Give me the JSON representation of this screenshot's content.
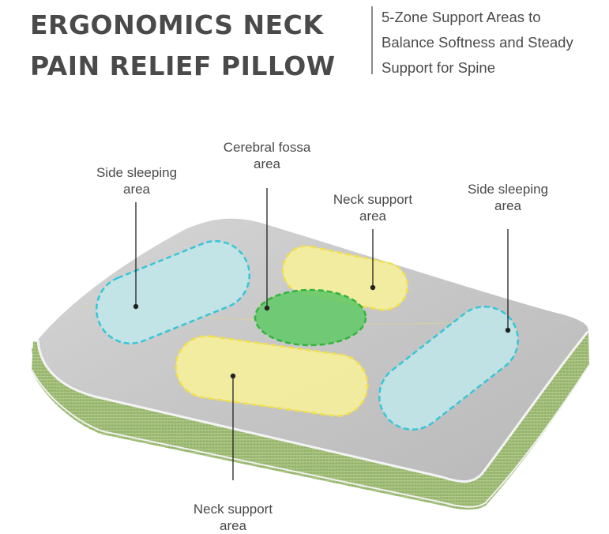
{
  "header": {
    "title_line1": "ERGONOMICS NECK",
    "title_line2": "PAIN RELIEF PILLOW",
    "subtitle_line1": "5-Zone Support Areas to",
    "subtitle_line2": "Balance Softness and Steady",
    "subtitle_line3": "Support for Spine"
  },
  "zones": {
    "side_left": {
      "line1": "Side sleeping",
      "line2": "area"
    },
    "cerebral": {
      "line1": "Cerebral fossa",
      "line2": "area"
    },
    "neck_top": {
      "line1": "Neck support",
      "line2": "area"
    },
    "side_right": {
      "line1": "Side sleeping",
      "line2": "area"
    },
    "neck_bottom": {
      "line1": "Neck support",
      "line2": "area"
    }
  },
  "colors": {
    "cyan_zone": "#bfe8ea",
    "cyan_dash": "#35c6d8",
    "yellow_zone": "#f6ef9c",
    "yellow_dash": "#f2e04a",
    "green_zone": "#66c96a",
    "green_dash": "#34b43d",
    "pillow_top": "#c9c9c9",
    "pillow_side": "#a6c27e"
  }
}
